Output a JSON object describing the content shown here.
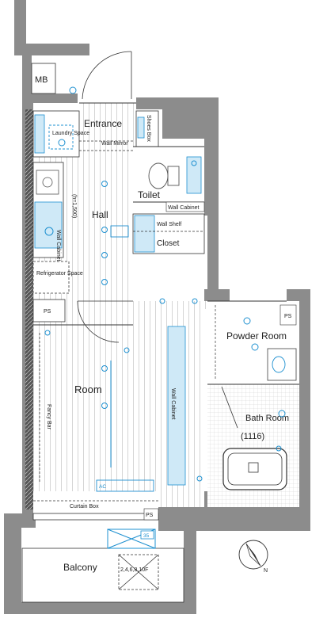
{
  "rooms": {
    "mb": "MB",
    "entrance": "Entrance",
    "laundry_space": "Laundry Space",
    "shoes_box": "Shoes Box",
    "wall_mirror": "Wall Mirror",
    "toilet": "Toilet",
    "wall_cabinet_toilet": "Wall Cabinet",
    "hall": "Hall",
    "hall_height": "(h=1,500)",
    "wall_cabinet_hall": "Wall Cabinet",
    "wall_shelf": "Wall Shelf",
    "closet": "Closet",
    "refrigerator_space": "Refrigerator Space",
    "ps_left": "PS",
    "ps_right": "PS",
    "ps_bottom": "PS",
    "powder_room": "Powder Room",
    "room": "Room",
    "tv_wall_cabinet": "Wall Cabinet",
    "fancy_bar": "Fancy Bar",
    "curtain_box": "Curtain Box",
    "bath_room": "Bath Room",
    "bath_size": "(1116)",
    "balcony": "Balcony",
    "balcony_floors": "2,4,6,8,10F",
    "ac_label": "AC",
    "unit_box": "35",
    "compass_north": "N"
  }
}
